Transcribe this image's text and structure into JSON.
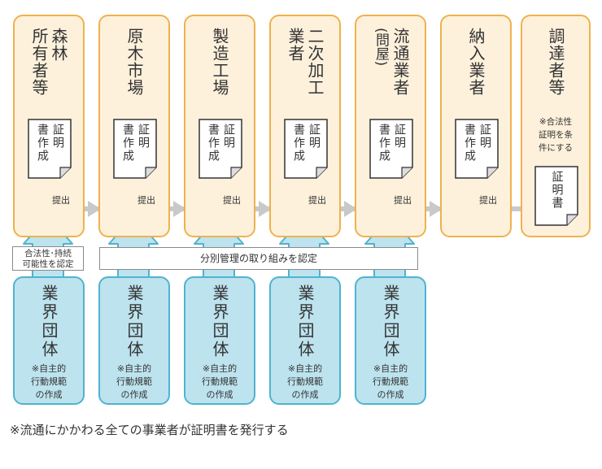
{
  "stages": [
    {
      "title_cols": [
        "森林",
        "所有者等"
      ],
      "cert_action": [
        "証明",
        "書作成"
      ],
      "submit": "提出"
    },
    {
      "title_cols": [
        "原木市場"
      ],
      "cert_action": [
        "証明",
        "書作成"
      ],
      "submit": "提出"
    },
    {
      "title_cols": [
        "製造工場"
      ],
      "cert_action": [
        "証明",
        "書作成"
      ],
      "submit": "提出"
    },
    {
      "title_cols": [
        "二次加工",
        "業者"
      ],
      "cert_action": [
        "証明",
        "書作成"
      ],
      "submit": "提出"
    },
    {
      "title_cols": [
        "流通業者",
        "(問屋)"
      ],
      "cert_action": [
        "証明",
        "書作成"
      ],
      "submit": "提出"
    },
    {
      "title_cols": [
        "納入業者"
      ],
      "cert_action": [
        "証明",
        "書作成"
      ],
      "submit": "提出"
    }
  ],
  "final_stage": {
    "title_cols": [
      "調達者等"
    ],
    "note_lines": [
      "※合法性",
      "証明を条",
      "件にする"
    ],
    "cert_doc": "証明書"
  },
  "banners": {
    "left_lines": [
      "合法性･持続",
      "可能性を認定"
    ],
    "main": "分別管理の取り組みを認定"
  },
  "groups": [
    {
      "title": "業界団体",
      "note_lines": [
        "※自主的",
        "行動規範",
        "の作成"
      ]
    },
    {
      "title": "業界団体",
      "note_lines": [
        "※自主的",
        "行動規範",
        "の作成"
      ]
    },
    {
      "title": "業界団体",
      "note_lines": [
        "※自主的",
        "行動規範",
        "の作成"
      ]
    },
    {
      "title": "業界団体",
      "note_lines": [
        "※自主的",
        "行動規範",
        "の作成"
      ]
    },
    {
      "title": "業界団体",
      "note_lines": [
        "※自主的",
        "行動規範",
        "の作成"
      ]
    }
  ],
  "footnote": "※流通にかかわる全ての事業者が証明書を発行する",
  "colors": {
    "stage_fill": "#fdf1dc",
    "stage_border": "#f0b14d",
    "group_fill": "#bde3ee",
    "group_border": "#4fb3d0",
    "flow_arrow": "#c9c9c9"
  }
}
